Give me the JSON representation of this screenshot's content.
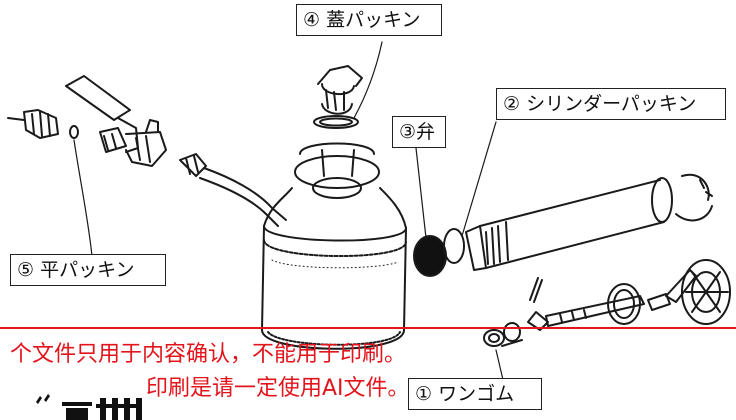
{
  "callouts": {
    "lid_packing": "④ 蓋パッキン",
    "cylinder_packing": "② シリンダーパッキン",
    "valve": "③弁",
    "flat_packing": "⑤ 平パッキン",
    "one_rubber": "① ワンゴム"
  },
  "watermark": {
    "line1": "个文件只用于内容确认，不能用于印刷。",
    "line2": "印刷是请一定使用AI文件。"
  },
  "colors": {
    "watermark": "#e3141c",
    "line_art": "#1a1a1a"
  }
}
